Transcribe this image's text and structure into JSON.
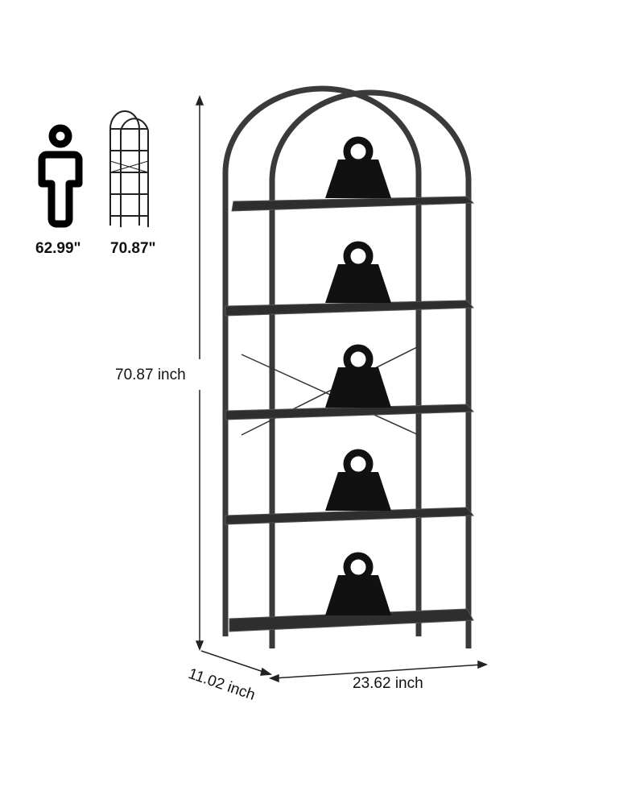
{
  "icons": {
    "person": {
      "name": "person-icon",
      "label": "62.99\""
    },
    "shelf": {
      "name": "shelf-thumbnail-icon",
      "label": "70.87\""
    }
  },
  "dimensions": {
    "height": "70.87 inch",
    "depth": "11.02 inch",
    "width": "23.62 inch"
  },
  "colors": {
    "frame": "#3a3a3a",
    "shelf": "#2e2e2e",
    "weight": "#111111"
  }
}
